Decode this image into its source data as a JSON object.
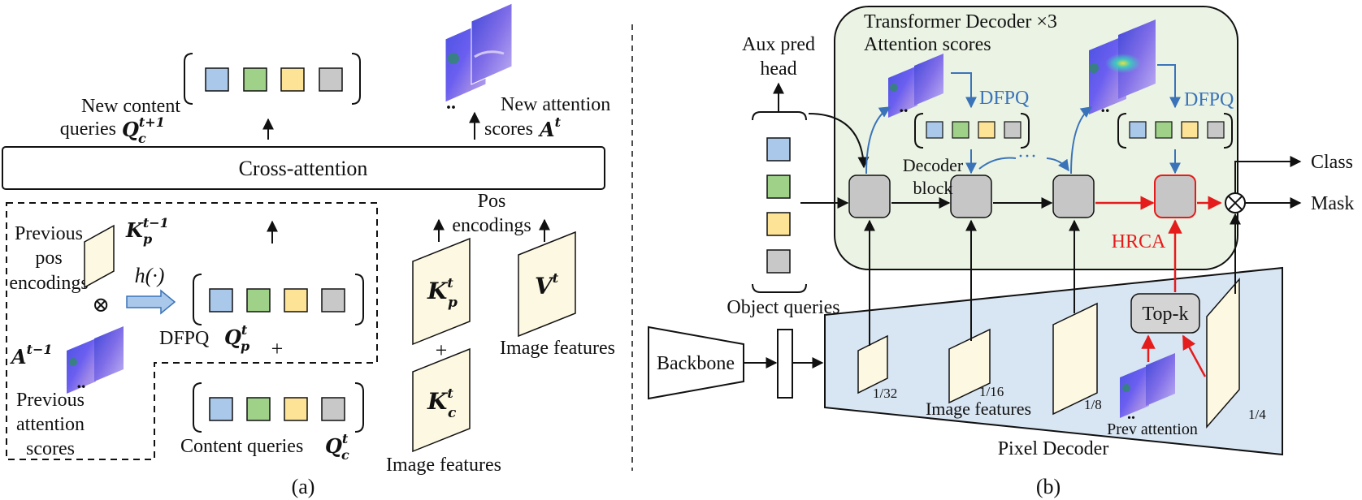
{
  "panel_a": {
    "caption": "(a)",
    "cross_attention": "Cross-attention",
    "new_content_queries_l1": "New content",
    "new_content_queries_l2": "queries",
    "new_content_sym": "Q",
    "new_content_sub": "c",
    "new_content_sup": "t+1",
    "new_attention_l1": "New attention",
    "new_attention_l2": "scores",
    "new_attention_sym": "A",
    "new_attention_sup": "t",
    "prev_pos_l1": "Previous",
    "prev_pos_l2": "pos",
    "prev_pos_l3": "encodings",
    "kp_prev_sym": "K",
    "kp_prev_sub": "p",
    "kp_prev_sup": "t−1",
    "h_func": "h(·)",
    "otimes": "⊗",
    "a_prev_sym": "A",
    "a_prev_sup": "t−1",
    "prev_att_l1": "Previous",
    "prev_att_l2": "attention",
    "prev_att_l3": "scores",
    "dfpq_label": "DFPQ",
    "qp_sym": "Q",
    "qp_sub": "p",
    "qp_sup": "t",
    "plus": "+",
    "content_queries": "Content queries",
    "qc_sym": "Q",
    "qc_sub": "c",
    "qc_sup": "t",
    "pos_enc_l1": "Pos",
    "pos_enc_l2": "encodings",
    "kpt_sym": "K",
    "kpt_sub": "p",
    "kpt_sup": "t",
    "kct_sym": "K",
    "kct_sub": "c",
    "kct_sup": "t",
    "v_sym": "V",
    "v_sup": "t",
    "image_features_1": "Image features",
    "image_features_2": "Image features",
    "dots": ".."
  },
  "panel_b": {
    "caption": "(b)",
    "decoder_title_l1": "Transformer Decoder ×3",
    "decoder_title_l2": "Attention scores",
    "aux_l1": "Aux pred",
    "aux_l2": "head",
    "dfpq_1": "DFPQ",
    "dfpq_2": "DFPQ",
    "decoder_block_l1": "Decoder",
    "decoder_block_l2": "block",
    "hrca": "HRCA",
    "object_queries": "Object queries",
    "class": "Class",
    "mask": "Mask",
    "backbone": "Backbone",
    "topk": "Top-k",
    "scale_32": "1/32",
    "scale_16": "1/16",
    "scale_8": "1/8",
    "scale_4": "1/4",
    "image_features": "Image features",
    "prev_attention": "Prev attention",
    "pixel_decoder": "Pixel Decoder",
    "otimes": "⊗",
    "dots": "..",
    "ellipsis": "···"
  },
  "colors": {
    "query_blue": "#a9c8ea",
    "query_green": "#9fd189",
    "query_yellow": "#fde396",
    "query_gray": "#c8c8c8",
    "feature_cream": "#fdf8e1",
    "decoder_bg": "#ebf4e4",
    "pixel_decoder_bg": "#d8e5f3",
    "accent_blue": "#3b73b9",
    "accent_red": "#e51c1c",
    "block_gray": "#c6c6c6"
  }
}
